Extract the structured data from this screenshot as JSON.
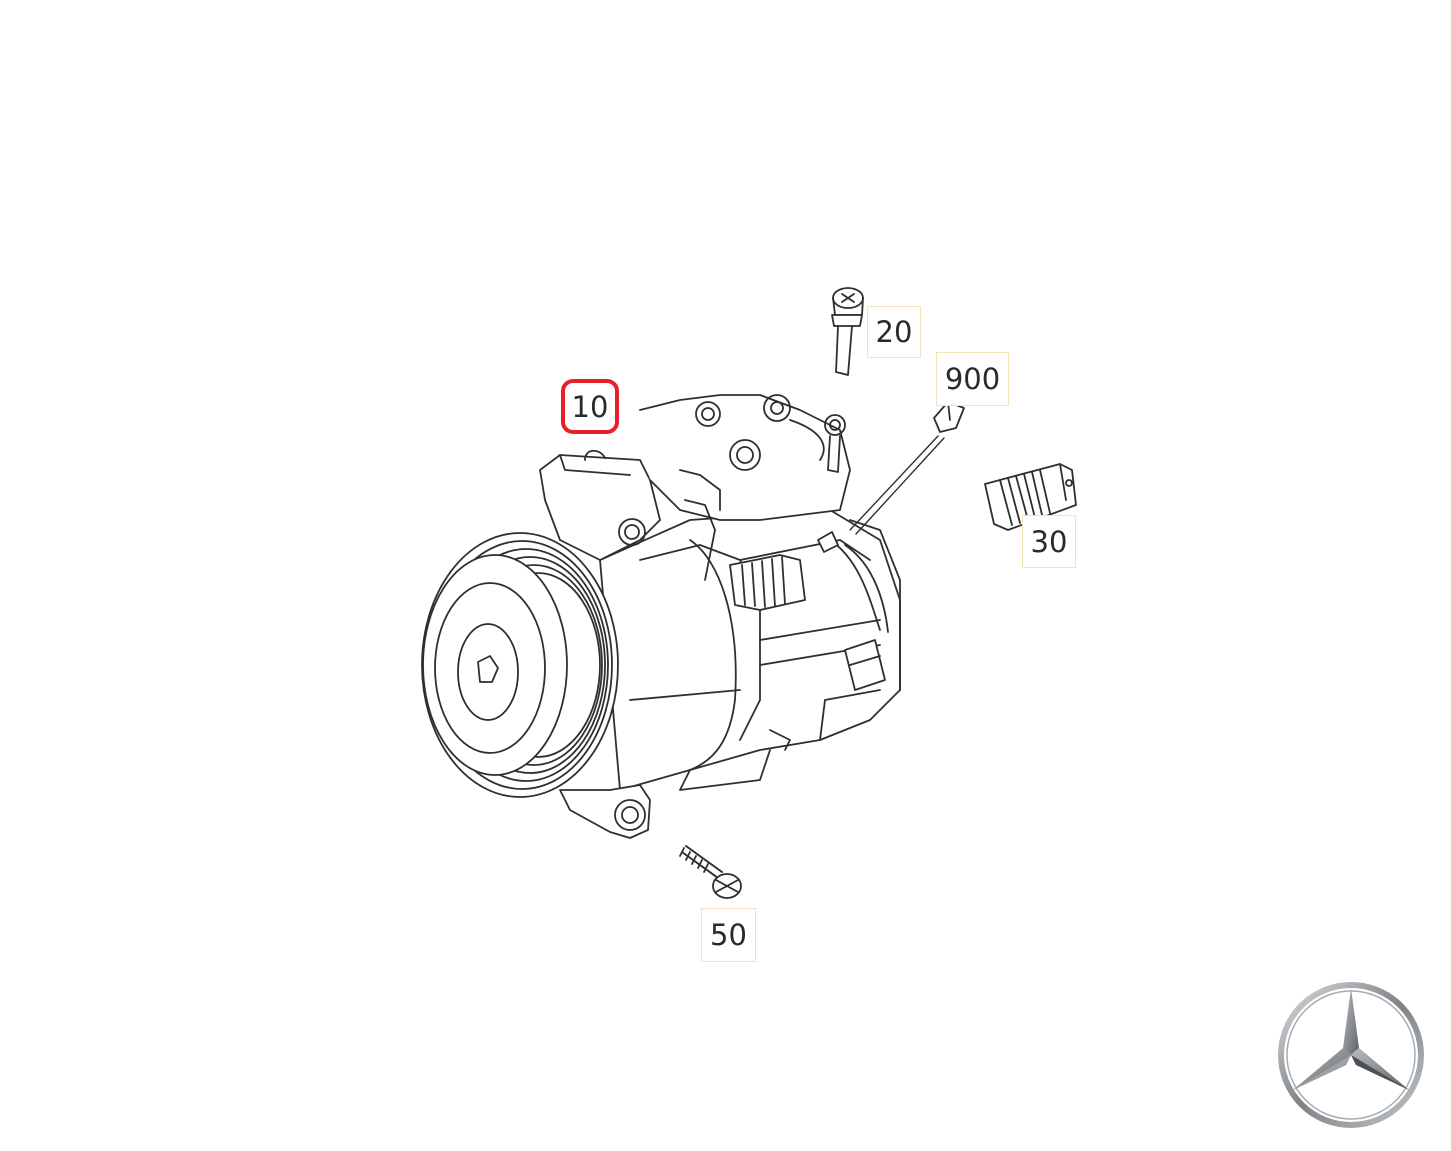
{
  "diagram": {
    "callouts": [
      {
        "id": "10",
        "label": "10",
        "selected": true
      },
      {
        "id": "20",
        "label": "20",
        "selected": false
      },
      {
        "id": "900",
        "label": "900",
        "selected": false
      },
      {
        "id": "30",
        "label": "30",
        "selected": false
      },
      {
        "id": "50",
        "label": "50",
        "selected": false
      }
    ],
    "parts": [
      "ac-compressor",
      "compressor-bolt",
      "cable-tie",
      "connector-plug",
      "mounting-screw"
    ],
    "colors": {
      "line": "#2f2f2f",
      "highlight": "#e8202a",
      "callout_border": "#f3e3b8",
      "logo": "#8a8f94"
    },
    "logo": "three-pointed-star-logo"
  }
}
